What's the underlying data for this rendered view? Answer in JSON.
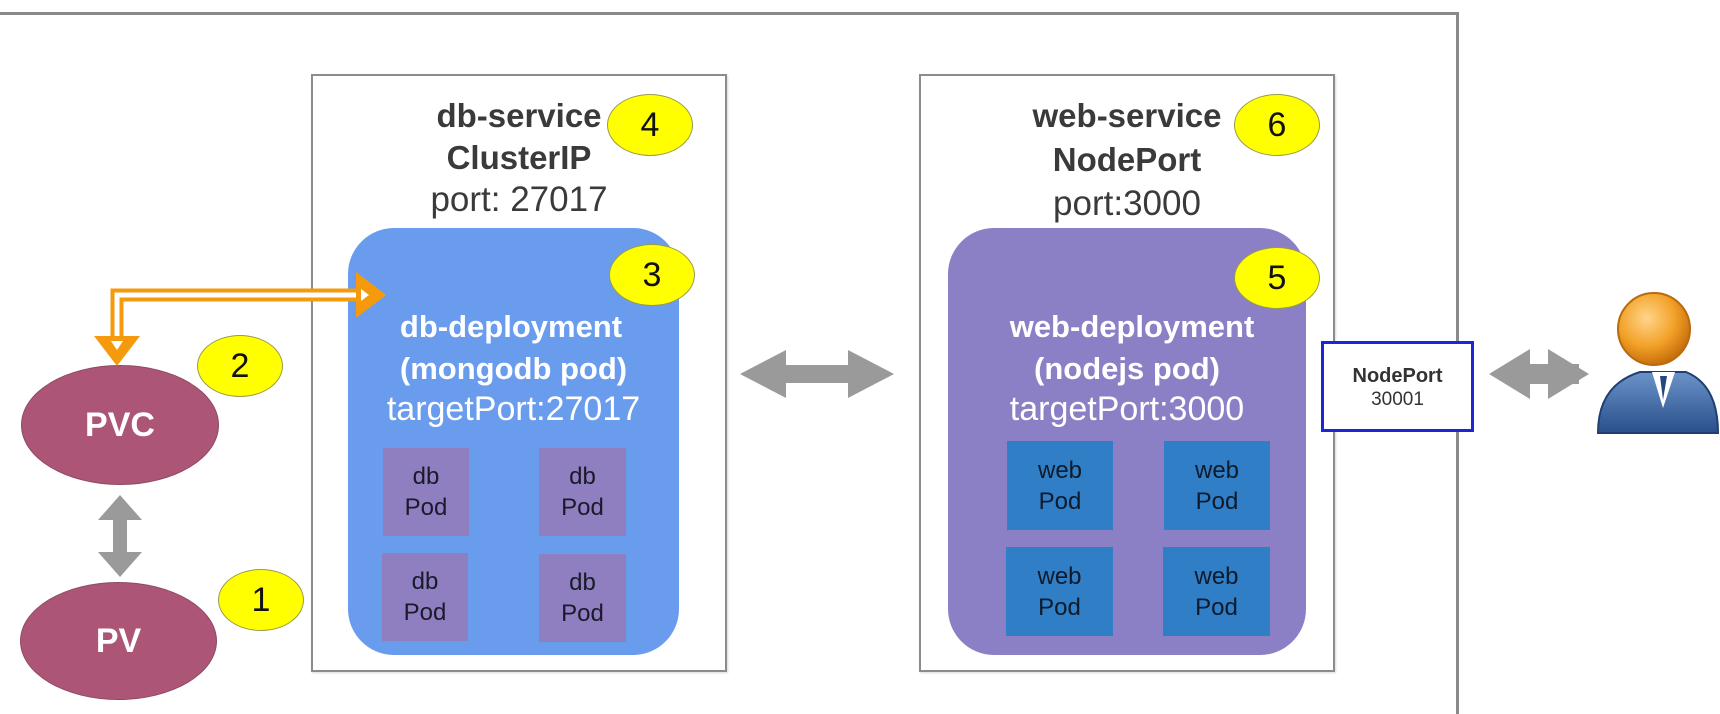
{
  "colors": {
    "db_deployment": "#6a9cee",
    "web_deployment": "#8b80c5",
    "pvc_pv": "#ad5576",
    "badge": "#ffff00",
    "orange_arrow": "#f59a0c",
    "nodeport_border": "#1b27d6"
  },
  "db_service": {
    "name": "db-service",
    "type": "ClusterIP",
    "port": "port: 27017",
    "badge": "4"
  },
  "db_deployment": {
    "title_line1": "db-deployment",
    "title_line2": "(mongodb pod)",
    "target_port": "targetPort:27017",
    "badge": "3",
    "pods": [
      {
        "name": "db",
        "kind": "Pod"
      },
      {
        "name": "db",
        "kind": "Pod"
      },
      {
        "name": "db",
        "kind": "Pod"
      },
      {
        "name": "db",
        "kind": "Pod"
      }
    ]
  },
  "web_service": {
    "name": "web-service",
    "type": "NodePort",
    "port": "port:3000",
    "badge": "6"
  },
  "web_deployment": {
    "title_line1": "web-deployment",
    "title_line2": "(nodejs pod)",
    "target_port": "targetPort:3000",
    "badge": "5",
    "pods": [
      {
        "name": "web",
        "kind": "Pod"
      },
      {
        "name": "web",
        "kind": "Pod"
      },
      {
        "name": "web",
        "kind": "Pod"
      },
      {
        "name": "web",
        "kind": "Pod"
      }
    ]
  },
  "pvc": {
    "label": "PVC",
    "badge": "2"
  },
  "pv": {
    "label": "PV",
    "badge": "1"
  },
  "nodeport": {
    "label": "NodePort",
    "value": "30001"
  },
  "user": {
    "icon": "user-icon"
  }
}
